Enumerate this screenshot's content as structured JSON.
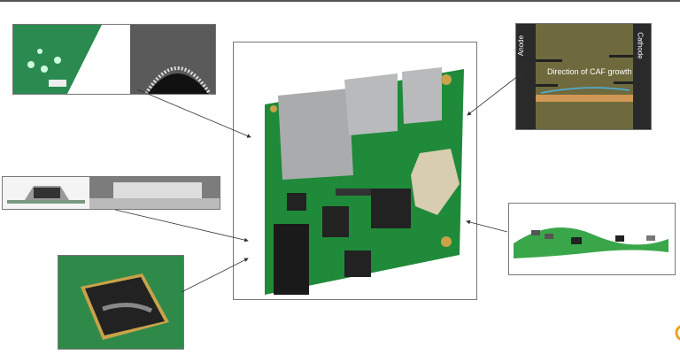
{
  "caf_panel": {
    "anode_label": "Anode",
    "cathode_label": "Cathode",
    "growth_label": "Direction of CAF growth"
  },
  "colors": {
    "pcb_green": "#1f8a3a",
    "caf_band": "#e8a45a",
    "arrow": "#333333",
    "caf_arrow": "#4fb3e0"
  }
}
